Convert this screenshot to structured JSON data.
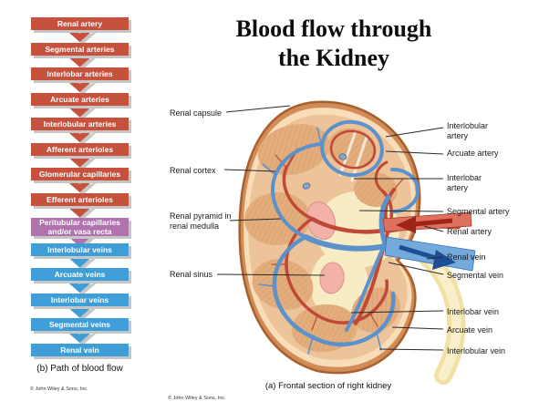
{
  "title": {
    "line1": "Blood flow through",
    "line2": "the Kidney"
  },
  "flowchart": {
    "caption": "(b) Path of blood flow",
    "copyright": "© John Wiley & Sons, Inc.",
    "boxes": [
      {
        "label": "Renal artery",
        "type": "artery"
      },
      {
        "label": "Segmental arteries",
        "type": "artery"
      },
      {
        "label": "Interlobar arteries",
        "type": "artery"
      },
      {
        "label": "Arcuate arteries",
        "type": "artery"
      },
      {
        "label": "Interlobular arteries",
        "type": "artery"
      },
      {
        "label": "Afferent arterioles",
        "type": "artery"
      },
      {
        "label": "Glomerular capillaries",
        "type": "artery"
      },
      {
        "label": "Efferent arterioles",
        "type": "artery"
      },
      {
        "label": "Peritubular capillaries and/or vasa recta",
        "type": "capillaries"
      },
      {
        "label": "Interlobular veins",
        "type": "vein"
      },
      {
        "label": "Arcuate veins",
        "type": "vein"
      },
      {
        "label": "Interlobar veins",
        "type": "vein"
      },
      {
        "label": "Segmental veins",
        "type": "vein"
      },
      {
        "label": "Renal vein",
        "type": "vein"
      }
    ],
    "colors": {
      "artery": "#c6523e",
      "capillaries": "#b173ae",
      "vein": "#3f9ed8",
      "shadow": "#c6c6c6"
    }
  },
  "diagram": {
    "caption": "(a) Frontal section of right kidney",
    "copyright": "© John Wiley & Sons, Inc.",
    "labels_left": [
      {
        "text": "Renal capsule"
      },
      {
        "text": "Renal cortex"
      },
      {
        "text": "Renal pyramid in renal medulla"
      },
      {
        "text": "Renal sinus"
      }
    ],
    "labels_right": [
      {
        "text": "Interlobular artery"
      },
      {
        "text": "Arcuate artery"
      },
      {
        "text": "Interlobar artery"
      },
      {
        "text": "Segmental artery"
      },
      {
        "text": "Renal artery"
      },
      {
        "text": "Renal vein"
      },
      {
        "text": "Segmental vein"
      },
      {
        "text": "Interlobar vein"
      },
      {
        "text": "Arcuate vein"
      },
      {
        "text": "Interlobular vein"
      }
    ],
    "colors": {
      "artery": "#bf4936",
      "vein": "#5b92cc",
      "capsule": "#b36a3c",
      "cortex": "#edc399",
      "pyramid": "#e3ad7c",
      "sinus": "#f8ecc4",
      "pelvis": "#f2b2aa"
    }
  }
}
